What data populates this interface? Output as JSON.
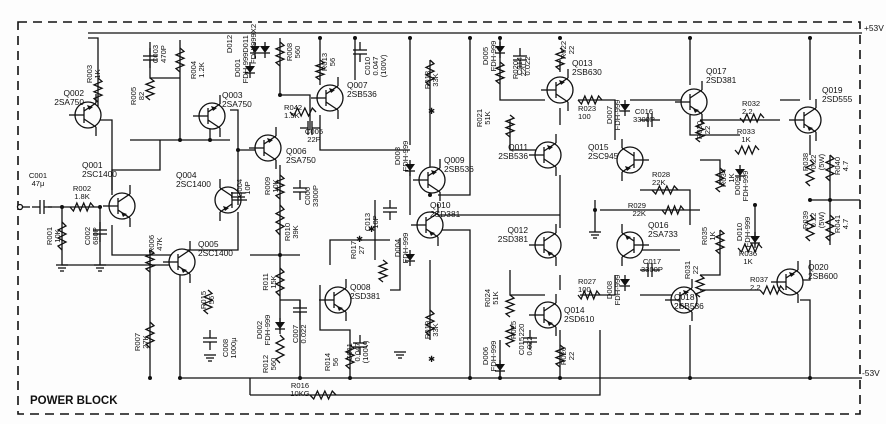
{
  "block_title": "POWER BLOCK",
  "rails": {
    "positive": "+53V",
    "negative": "-53V"
  },
  "transistors": [
    {
      "ref": "Q001",
      "part": "2SC1400"
    },
    {
      "ref": "Q002",
      "part": "2SA750"
    },
    {
      "ref": "Q003",
      "part": "2SA750"
    },
    {
      "ref": "Q004",
      "part": "2SC1400"
    },
    {
      "ref": "Q005",
      "part": "2SC1400"
    },
    {
      "ref": "Q006",
      "part": "2SA750"
    },
    {
      "ref": "Q007",
      "part": "2SB536"
    },
    {
      "ref": "Q008",
      "part": "2SD381"
    },
    {
      "ref": "Q009",
      "part": "2SB536"
    },
    {
      "ref": "Q010",
      "part": "2SD381"
    },
    {
      "ref": "Q011",
      "part": "2SB536"
    },
    {
      "ref": "Q012",
      "part": "2SD381"
    },
    {
      "ref": "Q013",
      "part": "2SB630"
    },
    {
      "ref": "Q014",
      "part": "2SD610"
    },
    {
      "ref": "Q015",
      "part": "2SC945"
    },
    {
      "ref": "Q016",
      "part": "2SA733"
    },
    {
      "ref": "Q017",
      "part": "2SD381"
    },
    {
      "ref": "Q018",
      "part": "2SB536"
    },
    {
      "ref": "Q019",
      "part": "2SD555"
    },
    {
      "ref": "Q020",
      "part": "2SB600"
    }
  ],
  "resistors": [
    {
      "ref": "R001",
      "val": "10K"
    },
    {
      "ref": "R002",
      "val": "1.8K"
    },
    {
      "ref": "R003",
      "val": "1K"
    },
    {
      "ref": "R004",
      "val": "1.2K"
    },
    {
      "ref": "R005",
      "val": "82"
    },
    {
      "ref": "R006",
      "val": "47K"
    },
    {
      "ref": "R007",
      "val": "27K"
    },
    {
      "ref": "R008",
      "val": "560"
    },
    {
      "ref": "R009",
      "val": "10K"
    },
    {
      "ref": "R010",
      "val": "39K"
    },
    {
      "ref": "R011",
      "val": "15K"
    },
    {
      "ref": "R012",
      "val": "560"
    },
    {
      "ref": "R013",
      "val": "56"
    },
    {
      "ref": "R014",
      "val": "56"
    },
    {
      "ref": "R015",
      "val": "56"
    },
    {
      "ref": "R016",
      "val": "10KG"
    },
    {
      "ref": "R017",
      "val": "27"
    },
    {
      "ref": "R018",
      "val": "33K"
    },
    {
      "ref": "R019",
      "val": "33K"
    },
    {
      "ref": "R020",
      "val": "220"
    },
    {
      "ref": "R021",
      "val": "51K"
    },
    {
      "ref": "R022",
      "val": "22"
    },
    {
      "ref": "R023",
      "val": "100"
    },
    {
      "ref": "R024",
      "val": "51K"
    },
    {
      "ref": "R025",
      "val": "220"
    },
    {
      "ref": "R026",
      "val": "22"
    },
    {
      "ref": "R027",
      "val": "100"
    },
    {
      "ref": "R028",
      "val": "22K"
    },
    {
      "ref": "R029",
      "val": "22K"
    },
    {
      "ref": "R030",
      "val": "22"
    },
    {
      "ref": "R031",
      "val": "22"
    },
    {
      "ref": "R032",
      "val": "2.2"
    },
    {
      "ref": "R033",
      "val": "1K"
    },
    {
      "ref": "R034",
      "val": "1K"
    },
    {
      "ref": "R035",
      "val": "1K"
    },
    {
      "ref": "R036",
      "val": "1K"
    },
    {
      "ref": "R037",
      "val": "2.2"
    },
    {
      "ref": "R038",
      "val": "0.22",
      "extra": "(5W)"
    },
    {
      "ref": "R039",
      "val": "0.22",
      "extra": "(5W)"
    },
    {
      "ref": "R040",
      "val": "4.7"
    },
    {
      "ref": "R041",
      "val": "4.7"
    },
    {
      "ref": "R042",
      "val": "1.5K"
    }
  ],
  "capacitors": [
    {
      "ref": "C001",
      "val": "47μ"
    },
    {
      "ref": "C002",
      "val": "680P"
    },
    {
      "ref": "C003",
      "val": "470P"
    },
    {
      "ref": "C004",
      "val": "10P"
    },
    {
      "ref": "C005",
      "val": "22P"
    },
    {
      "ref": "C006",
      "val": "3300P"
    },
    {
      "ref": "C007",
      "val": "0.022"
    },
    {
      "ref": "C008",
      "val": "1000μ"
    },
    {
      "ref": "C010",
      "val": "0.047",
      "extra": "(100V)"
    },
    {
      "ref": "C011",
      "val": "0.047",
      "extra": "(100V)"
    },
    {
      "ref": "C013",
      "val": "10P"
    },
    {
      "ref": "C014",
      "val": "0.022"
    },
    {
      "ref": "C015",
      "val": "0.022"
    },
    {
      "ref": "C016",
      "val": "3300P"
    },
    {
      "ref": "C017",
      "val": "3300P"
    }
  ],
  "diodes": [
    {
      "ref": "D001",
      "part": "FDH-999"
    },
    {
      "ref": "D002",
      "part": "FDH-999"
    },
    {
      "ref": "D003",
      "part": "FDH-999"
    },
    {
      "ref": "D004",
      "part": "FDH-999"
    },
    {
      "ref": "D005",
      "part": "FDH-999"
    },
    {
      "ref": "D006",
      "part": "FDH-999"
    },
    {
      "ref": "D007",
      "part": "FDH-999"
    },
    {
      "ref": "D008",
      "part": "FDH-999"
    },
    {
      "ref": "D009",
      "part": "FDH-999"
    },
    {
      "ref": "D010",
      "part": "FDH-999"
    },
    {
      "ref": "D011",
      "part": "FDH-999X2"
    },
    {
      "ref": "D012",
      "part": ""
    }
  ],
  "marker_star": "✱"
}
